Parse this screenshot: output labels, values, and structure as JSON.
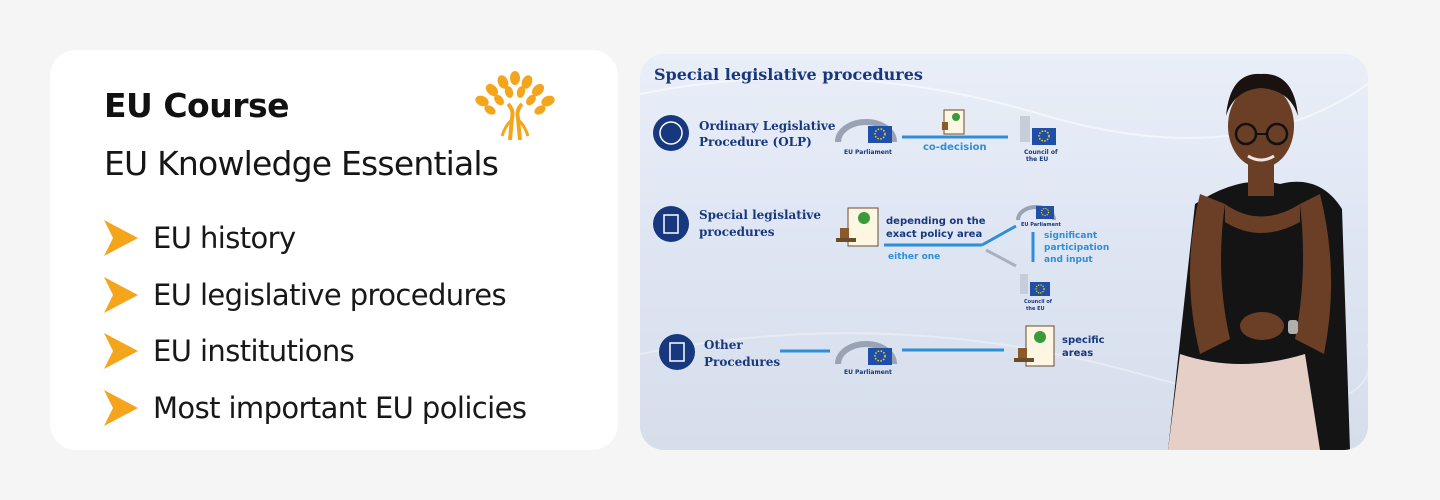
{
  "course": {
    "title": "EU Course",
    "subtitle": "EU Knowledge Essentials",
    "logo_icon": "tree-logo-icon",
    "accent_color": "#f5a51b",
    "topics": [
      {
        "label": "EU history",
        "icon": "arrow-right-icon"
      },
      {
        "label": "EU legislative procedures",
        "icon": "arrow-right-icon"
      },
      {
        "label": "EU institutions",
        "icon": "arrow-right-icon"
      },
      {
        "label": "Most important EU policies",
        "icon": "arrow-right-icon"
      }
    ]
  },
  "video": {
    "slide_title": "Special legislative procedures",
    "rows": {
      "olp": {
        "label_line1": "Ordinary Legislative",
        "label_line2": "Procedure (OLP)",
        "parliament": "EU Parliament",
        "connector": "co-decision",
        "council_line1": "Council of",
        "council_line2": "the EU"
      },
      "special": {
        "label_line1": "Special legislative",
        "label_line2": "procedures",
        "note_line1": "depending on the",
        "note_line2": "exact policy area",
        "either": "either one",
        "parliament": "EU Parliament",
        "input_line1": "significant",
        "input_line2": "participation",
        "input_line3": "and input",
        "council_line1": "Council of",
        "council_line2": "the EU"
      },
      "other": {
        "label_line1": "Other",
        "label_line2": "Procedures",
        "parliament": "EU Parliament",
        "areas_line1": "specific",
        "areas_line2": "areas"
      }
    },
    "colors": {
      "navy": "#17387e",
      "blue": "#2d8fd8",
      "eu_blue": "#1f4fa8",
      "eu_star": "#ffd200"
    }
  }
}
